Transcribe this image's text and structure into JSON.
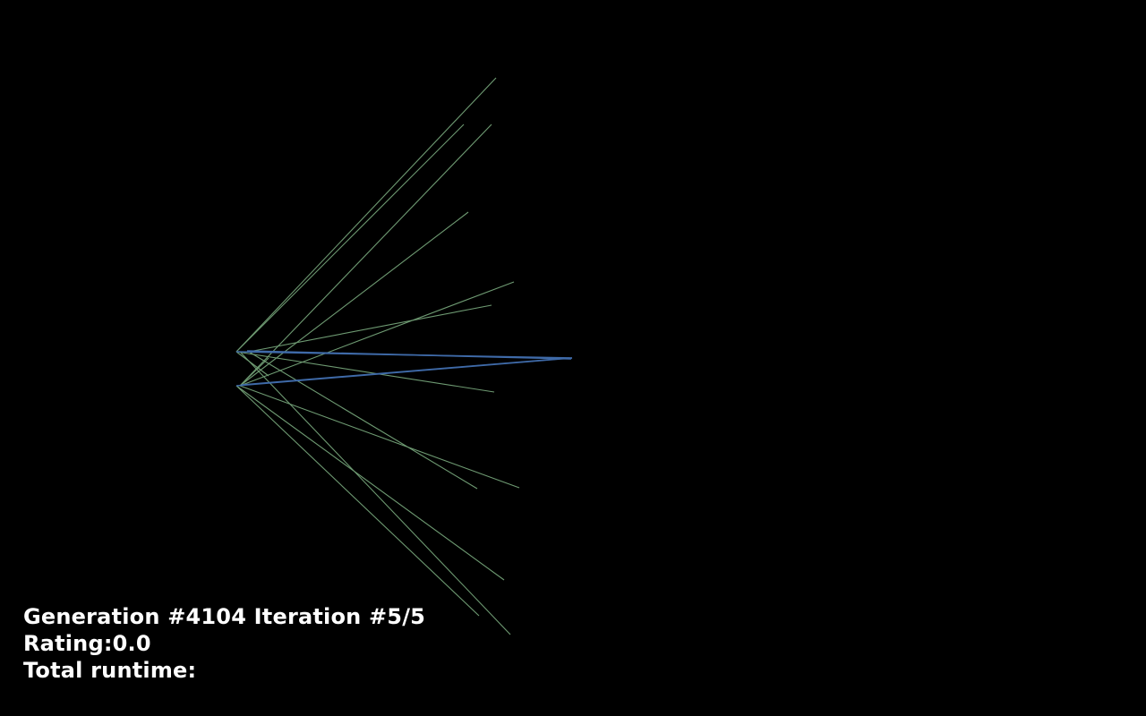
{
  "scene": {
    "background": "#000000",
    "ray_color": "#6e9a72",
    "body_color": "#3f6aa8"
  },
  "hud": {
    "generation": "Generation #4104 Iteration #5/5",
    "rating": "Rating:0.0",
    "runtime": "Total runtime:"
  }
}
